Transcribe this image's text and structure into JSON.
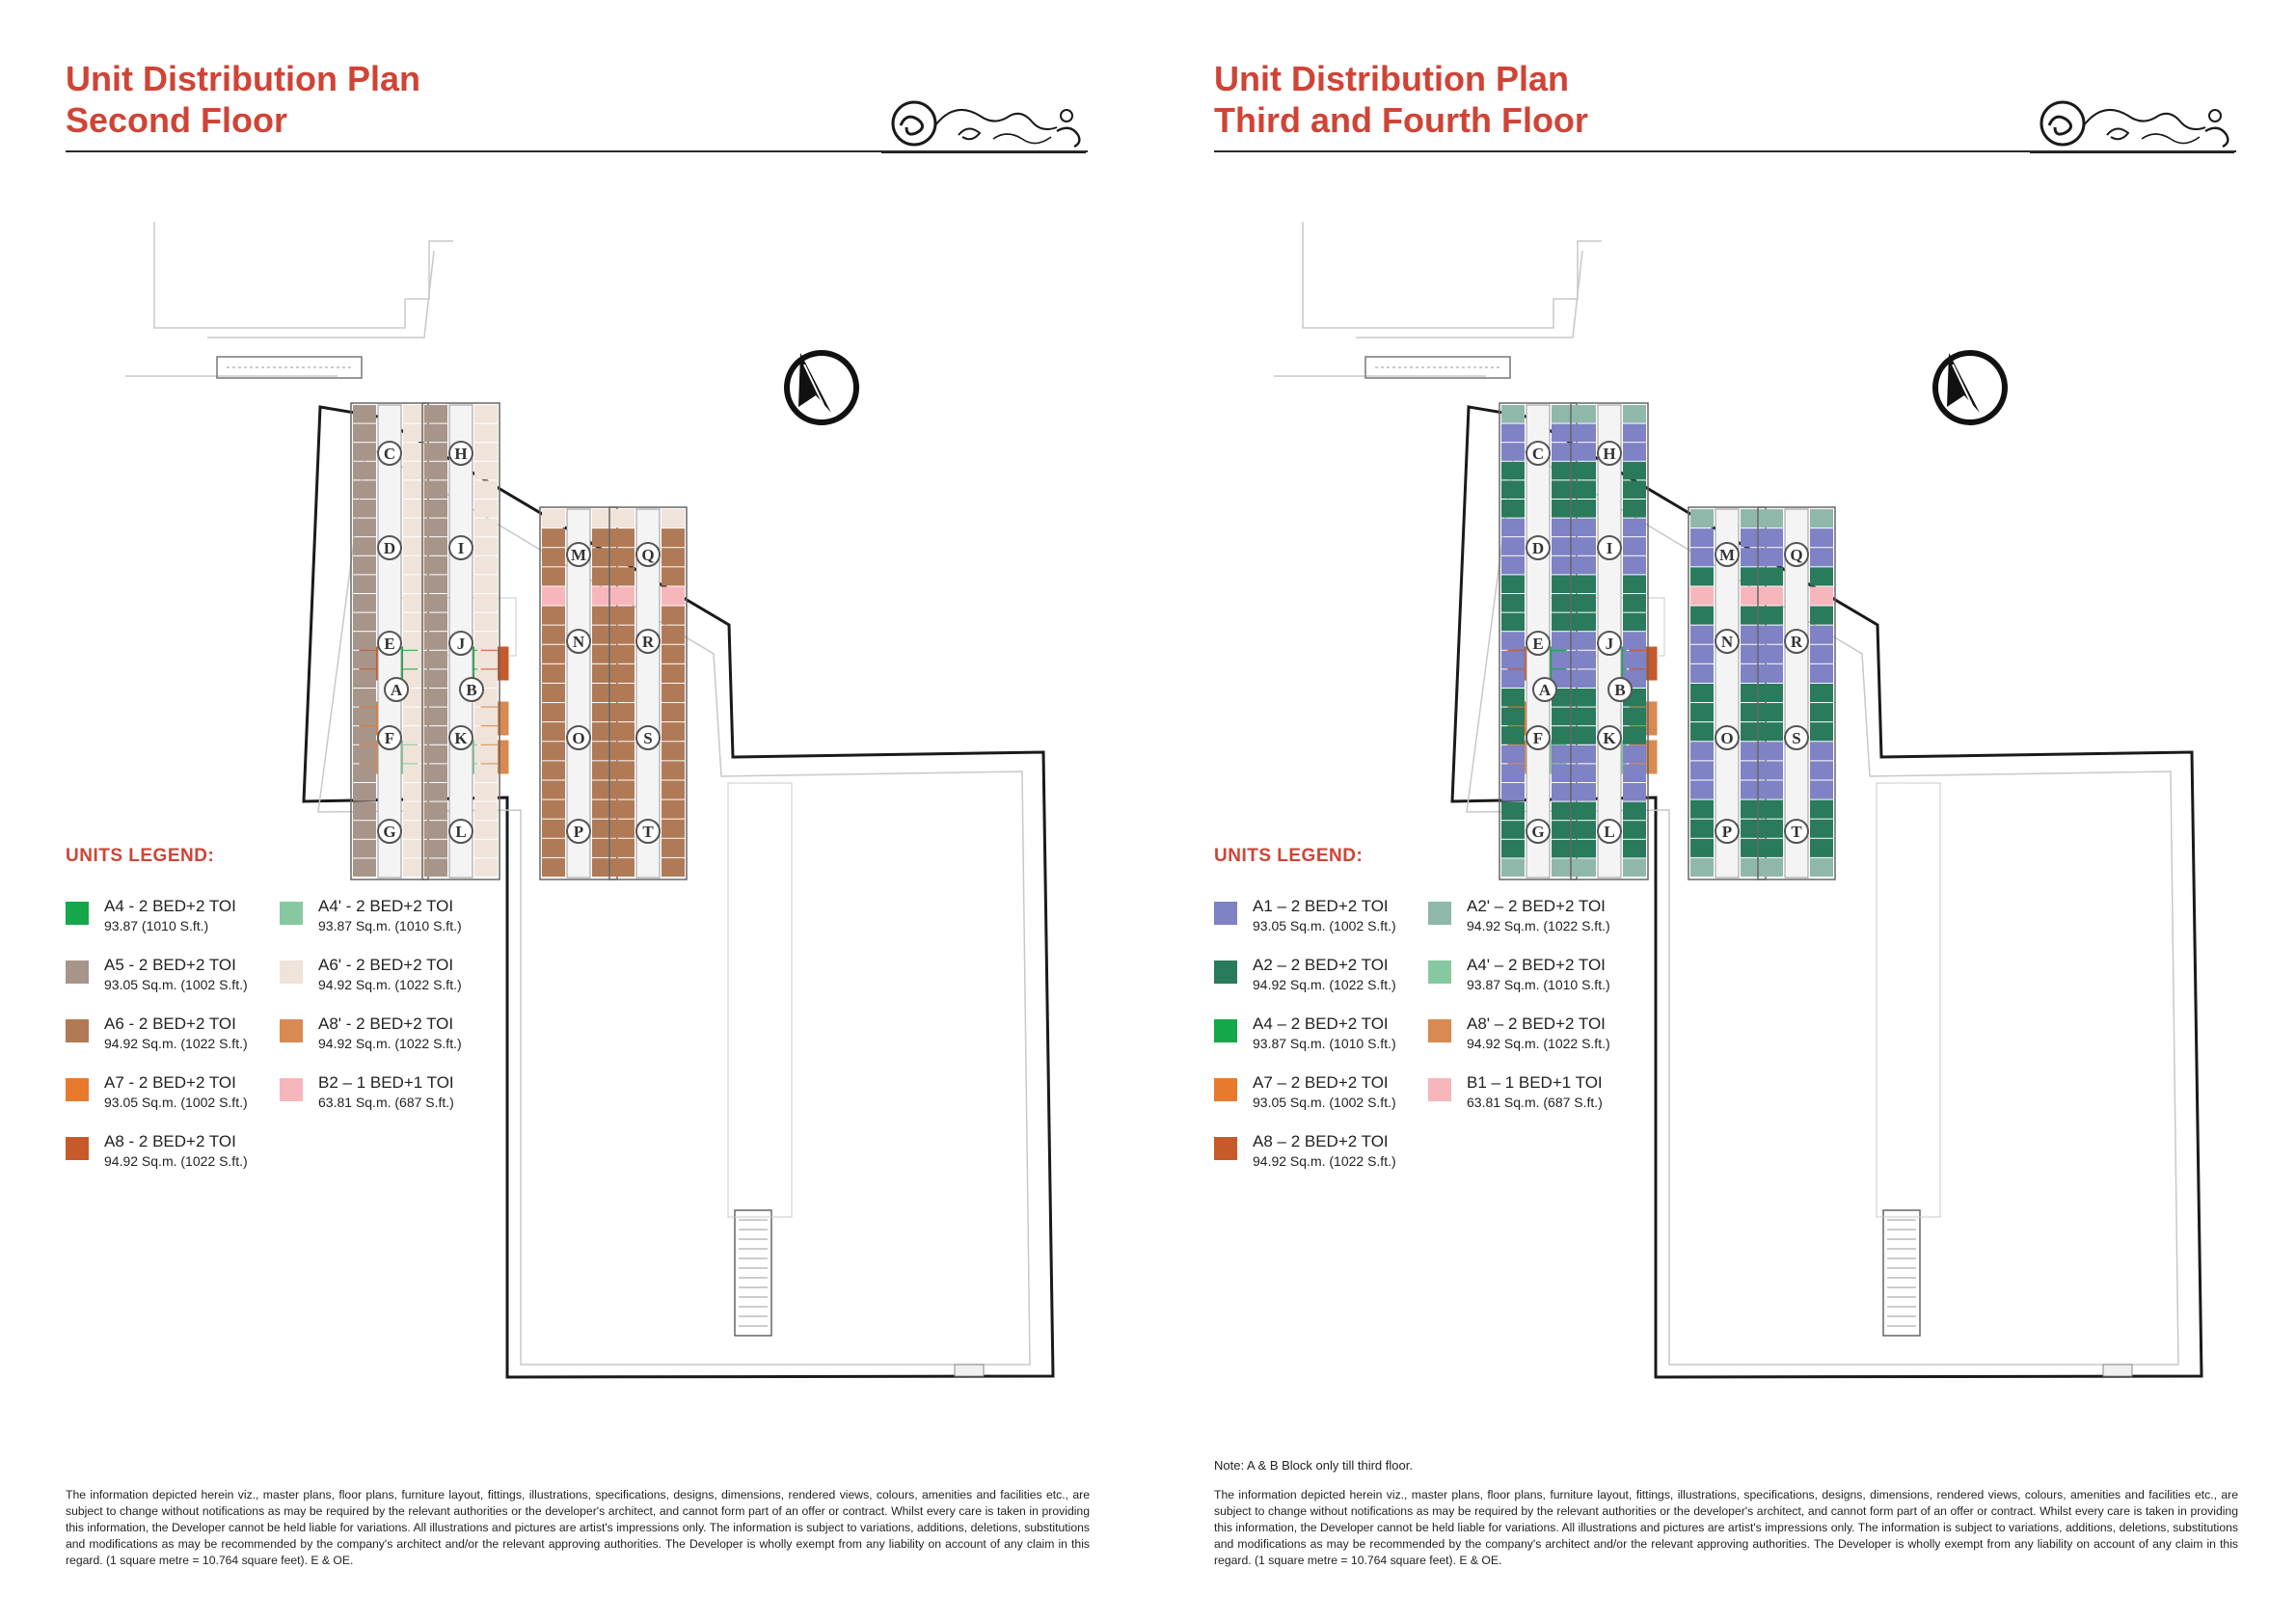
{
  "pages": [
    {
      "title": "Unit Distribution Plan",
      "subtitle": "Second Floor",
      "legend_title": "UNITS LEGEND:",
      "legend": [
        {
          "name": "A4 - 2 BED+2 TOI",
          "area": "93.87 (1010 S.ft.)",
          "color": "#14a84a"
        },
        {
          "name": "A4' - 2 BED+2 TOI",
          "area": "93.87 Sq.m. (1010 S.ft.)",
          "color": "#86c9a0"
        },
        {
          "name": "A5 - 2 BED+2 TOI",
          "area": "93.05 Sq.m. (1002 S.ft.)",
          "color": "#a8958a"
        },
        {
          "name": "A6' - 2 BED+2 TOI",
          "area": "94.92 Sq.m. (1022 S.ft.)",
          "color": "#f0e3da"
        },
        {
          "name": "A6 - 2 BED+2 TOI",
          "area": "94.92 Sq.m. (1022 S.ft.)",
          "color": "#b07a56"
        },
        {
          "name": "A8' - 2 BED+2 TOI",
          "area": "94.92 Sq.m. (1022 S.ft.)",
          "color": "#d88a52"
        },
        {
          "name": "A7 - 2 BED+2 TOI",
          "area": "93.05 Sq.m. (1002 S.ft.)",
          "color": "#e87a2e"
        },
        {
          "name": "B2 – 1 BED+1 TOI",
          "area": "63.81 Sq.m. (687 S.ft.)",
          "color": "#f6b6bc"
        },
        {
          "name": "A8 - 2 BED+2 TOI",
          "area": "94.92 Sq.m. (1022 S.ft.)",
          "color": "#c75a2a"
        }
      ],
      "note": "",
      "disclaimer": "The information depicted herein viz., master plans, floor plans, furniture layout, fittings, illustrations, specifications, designs, dimensions, rendered views, colours, amenities and facilities etc., are subject to change without notifications as may be required by the relevant authorities or the developer's architect, and cannot form part of an offer or contract. Whilst every care is taken in providing this information, the Developer cannot be held liable for variations. All illustrations and pictures are artist's impressions only. The information is subject to variations, additions, deletions, substitutions and modifications as may be recommended by the company's architect and/or the relevant approving authorities. The Developer is wholly exempt from any liability on account of any claim in this regard. (1 square metre = 10.764 square feet). E & OE.",
      "blocks": [
        "A",
        "B",
        "C",
        "D",
        "E",
        "F",
        "G",
        "H",
        "I",
        "J",
        "K",
        "L",
        "M",
        "N",
        "O",
        "P",
        "Q",
        "R",
        "S",
        "T"
      ]
    },
    {
      "title": "Unit Distribution Plan",
      "subtitle": "Third and Fourth Floor",
      "legend_title": "UNITS LEGEND:",
      "legend": [
        {
          "name": "A1 – 2 BED+2 TOI",
          "area": "93.05 Sq.m. (1002 S.ft.)",
          "color": "#7f82c4"
        },
        {
          "name": "A2' – 2 BED+2 TOI",
          "area": "94.92 Sq.m. (1022 S.ft.)",
          "color": "#8fb8aa"
        },
        {
          "name": "A2 – 2 BED+2 TOI",
          "area": "94.92 Sq.m. (1022 S.ft.)",
          "color": "#2a7a5c"
        },
        {
          "name": "A4' – 2 BED+2 TOI",
          "area": "93.87 Sq.m. (1010 S.ft.)",
          "color": "#86c9a0"
        },
        {
          "name": "A4 – 2 BED+2 TOI",
          "area": "93.87 Sq.m. (1010 S.ft.)",
          "color": "#14a84a"
        },
        {
          "name": "A8' – 2 BED+2 TOI",
          "area": "94.92 Sq.m. (1022 S.ft.)",
          "color": "#d88a52"
        },
        {
          "name": "A7 – 2 BED+2 TOI",
          "area": "93.05 Sq.m. (1002 S.ft.)",
          "color": "#e87a2e"
        },
        {
          "name": "B1 – 1 BED+1 TOI",
          "area": "63.81 Sq.m. (687 S.ft.)",
          "color": "#f6b6bc"
        },
        {
          "name": "A8 – 2 BED+2 TOI",
          "area": "94.92 Sq.m. (1022 S.ft.)",
          "color": "#c75a2a"
        }
      ],
      "note": "Note: A & B Block only till third floor.",
      "disclaimer": "The information depicted herein viz., master plans, floor plans, furniture layout, fittings, illustrations, specifications, designs, dimensions, rendered views, colours, amenities and facilities etc., are subject to change without notifications as may be required by the relevant authorities or the developer's architect, and cannot form part of an offer or contract. Whilst every care is taken in providing this information, the Developer cannot be held liable for variations. All illustrations and pictures are artist's impressions only. The information is subject to variations, additions, deletions, substitutions and modifications as may be recommended by the company's architect and/or the relevant approving authorities. The Developer is wholly exempt from any liability on account of any claim in this regard. (1 square metre = 10.764 square feet). E & OE.",
      "blocks": [
        "A",
        "B",
        "C",
        "D",
        "E",
        "F",
        "G",
        "H",
        "I",
        "J",
        "K",
        "L",
        "M",
        "N",
        "O",
        "P",
        "Q",
        "R",
        "S",
        "T"
      ]
    }
  ],
  "plan_colors": {
    "outline": "#1a1a1a",
    "light_line": "#c8c8c8",
    "corridor": "#f4f4f4",
    "label_fill": "#ffffff",
    "label_ring": "#555555",
    "accent": "#cf4436"
  }
}
